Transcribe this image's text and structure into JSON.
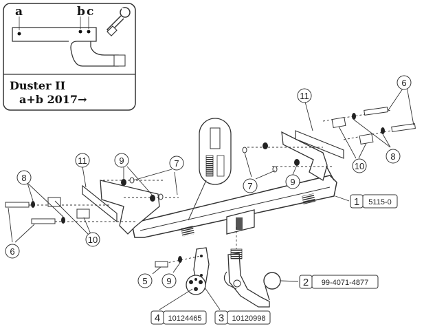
{
  "inset": {
    "letters": [
      "a",
      "b",
      "c"
    ],
    "model_line1": "Duster II",
    "model_line2": "a+b 2017→",
    "tool_icon": "wrench-icon"
  },
  "callouts": {
    "c11_left": "11",
    "c11_right": "11",
    "c9_left": "9",
    "c9_right": "9",
    "c9_bottom": "9",
    "c7_left": "7",
    "c7_right": "7",
    "c8_left": "8",
    "c8_right": "8",
    "c6_left": "6",
    "c6_right": "6",
    "c10_left": "10",
    "c10_right": "10",
    "c5": "5"
  },
  "parts": [
    {
      "num": "1",
      "code": "5115-0"
    },
    {
      "num": "2",
      "code": "99-4071-4877"
    },
    {
      "num": "3",
      "code": "10120998"
    },
    {
      "num": "4",
      "code": "10124465"
    }
  ]
}
